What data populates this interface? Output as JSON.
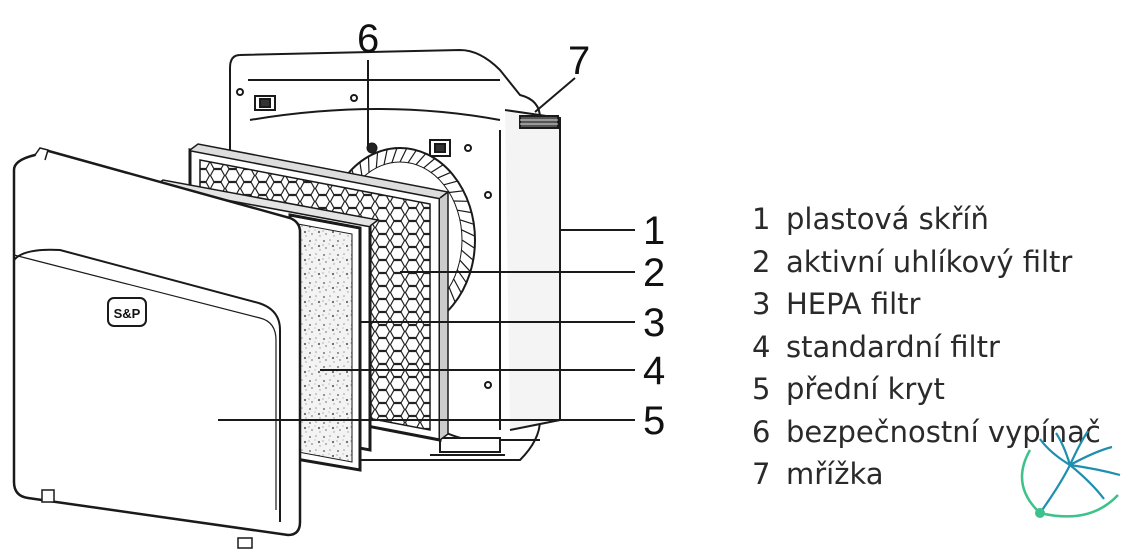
{
  "diagram": {
    "callouts": [
      {
        "id": "1",
        "text": "1"
      },
      {
        "id": "2",
        "text": "2"
      },
      {
        "id": "3",
        "text": "3"
      },
      {
        "id": "4",
        "text": "4"
      },
      {
        "id": "5",
        "text": "5"
      },
      {
        "id": "6",
        "text": "6"
      },
      {
        "id": "7",
        "text": "7"
      }
    ],
    "legend": [
      {
        "num": "1",
        "label": "plastová skříň"
      },
      {
        "num": "2",
        "label": "aktivní uhlíkový filtr"
      },
      {
        "num": "3",
        "label": "HEPA filtr"
      },
      {
        "num": "4",
        "label": "standardní filtr"
      },
      {
        "num": "5",
        "label": "přední kryt"
      },
      {
        "num": "6",
        "label": "bezpečnostní vypínač"
      },
      {
        "num": "7",
        "label": "mřížka"
      }
    ],
    "cover_badge": "S&P",
    "colors": {
      "line": "#1a1a1a",
      "legend_text": "#2a2a2a",
      "logo_green": "#3cc28a",
      "logo_teal": "#1f8fb0"
    }
  }
}
